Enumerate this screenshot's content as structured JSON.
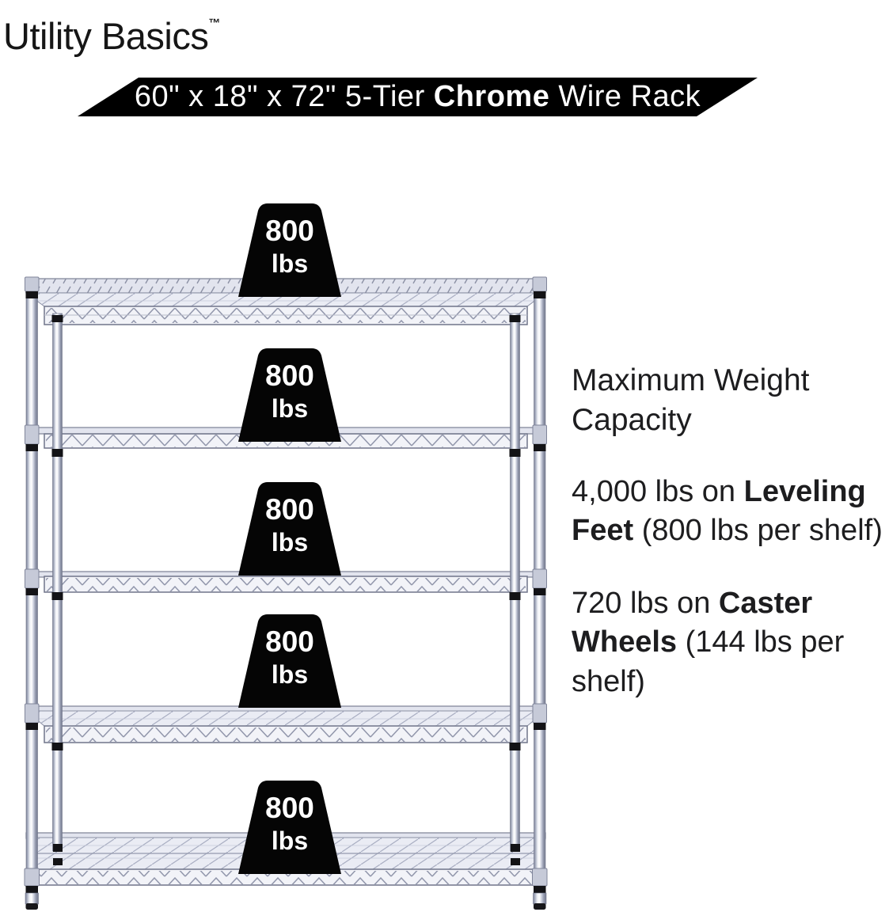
{
  "brand": {
    "name": "Utility Basics",
    "trademark": "™"
  },
  "banner": {
    "prefix": "60\" x 18\" x 72\" 5-Tier ",
    "bold": "Chrome",
    "suffix": " Wire Rack",
    "bg_color": "#000000",
    "text_color": "#ffffff"
  },
  "weights": [
    {
      "value": "800",
      "unit": "lbs"
    },
    {
      "value": "800",
      "unit": "lbs"
    },
    {
      "value": "800",
      "unit": "lbs"
    },
    {
      "value": "800",
      "unit": "lbs"
    },
    {
      "value": "800",
      "unit": "lbs"
    }
  ],
  "info": {
    "heading": "Maximum Weight Capacity",
    "items": [
      {
        "prefix": "4,000 lbs on ",
        "bold": "Leveling Feet",
        "suffix": " (800 lbs per shelf)"
      },
      {
        "prefix": "720 lbs on ",
        "bold": "Caster Wheels",
        "suffix": " (144 lbs per shelf)"
      }
    ]
  },
  "rack": {
    "description": "5-tier chrome wire shelving unit",
    "tiers": 5,
    "chrome_colors": {
      "light": "#f4f5f9",
      "mid": "#c6cad7",
      "dark": "#7d8296"
    }
  }
}
